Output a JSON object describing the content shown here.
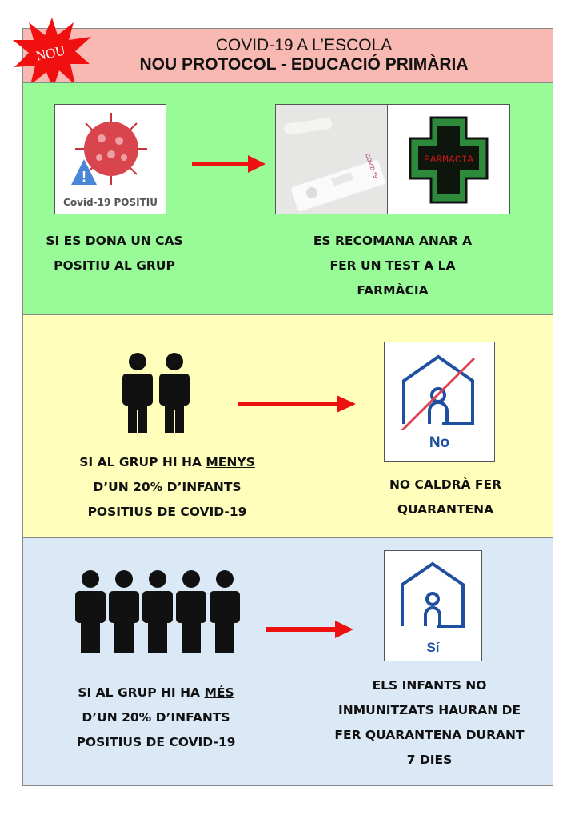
{
  "header": {
    "title": "COVID-19 A L’ESCOLA",
    "subtitle": "NOU PROTOCOL - EDUCACIÓ PRIMÀRIA",
    "badge": "NOU"
  },
  "colors": {
    "header": "#f7b9b1",
    "section1": "#99fa98",
    "section2": "#ffffbb",
    "section3": "#dbe9f7",
    "arrow": "#ee1111",
    "icon_blue": "#1f4fa0"
  },
  "section1": {
    "image_label": "Covid-19 POSITIU",
    "pharmacy_sign": "FARMACIA",
    "test_label": "COVID-19",
    "left": [
      "SI ES DONA UN CAS",
      "POSITIU AL GRUP"
    ],
    "right": [
      "ES RECOMANA ANAR A",
      "FER UN TEST A LA",
      "FARMÀCIA"
    ]
  },
  "section2": {
    "icon_label": "No",
    "left_pre": "SI AL GRUP HI HA ",
    "left_emph": "MENYS",
    "left": [
      "D’UN 20% D’INFANTS",
      "POSITIUS DE COVID-19"
    ],
    "right": [
      "NO CALDRÀ FER",
      "QUARANTENA"
    ]
  },
  "section3": {
    "icon_label": "Sí",
    "left_pre": "SI AL GRUP HI HA ",
    "left_emph": "MÉS",
    "left": [
      "D’UN 20% D’INFANTS",
      "POSITIUS DE COVID-19"
    ],
    "right": [
      "ELS INFANTS NO",
      "INMUNITZATS HAURAN DE",
      "FER QUARANTENA DURANT",
      "7 DIES"
    ]
  }
}
